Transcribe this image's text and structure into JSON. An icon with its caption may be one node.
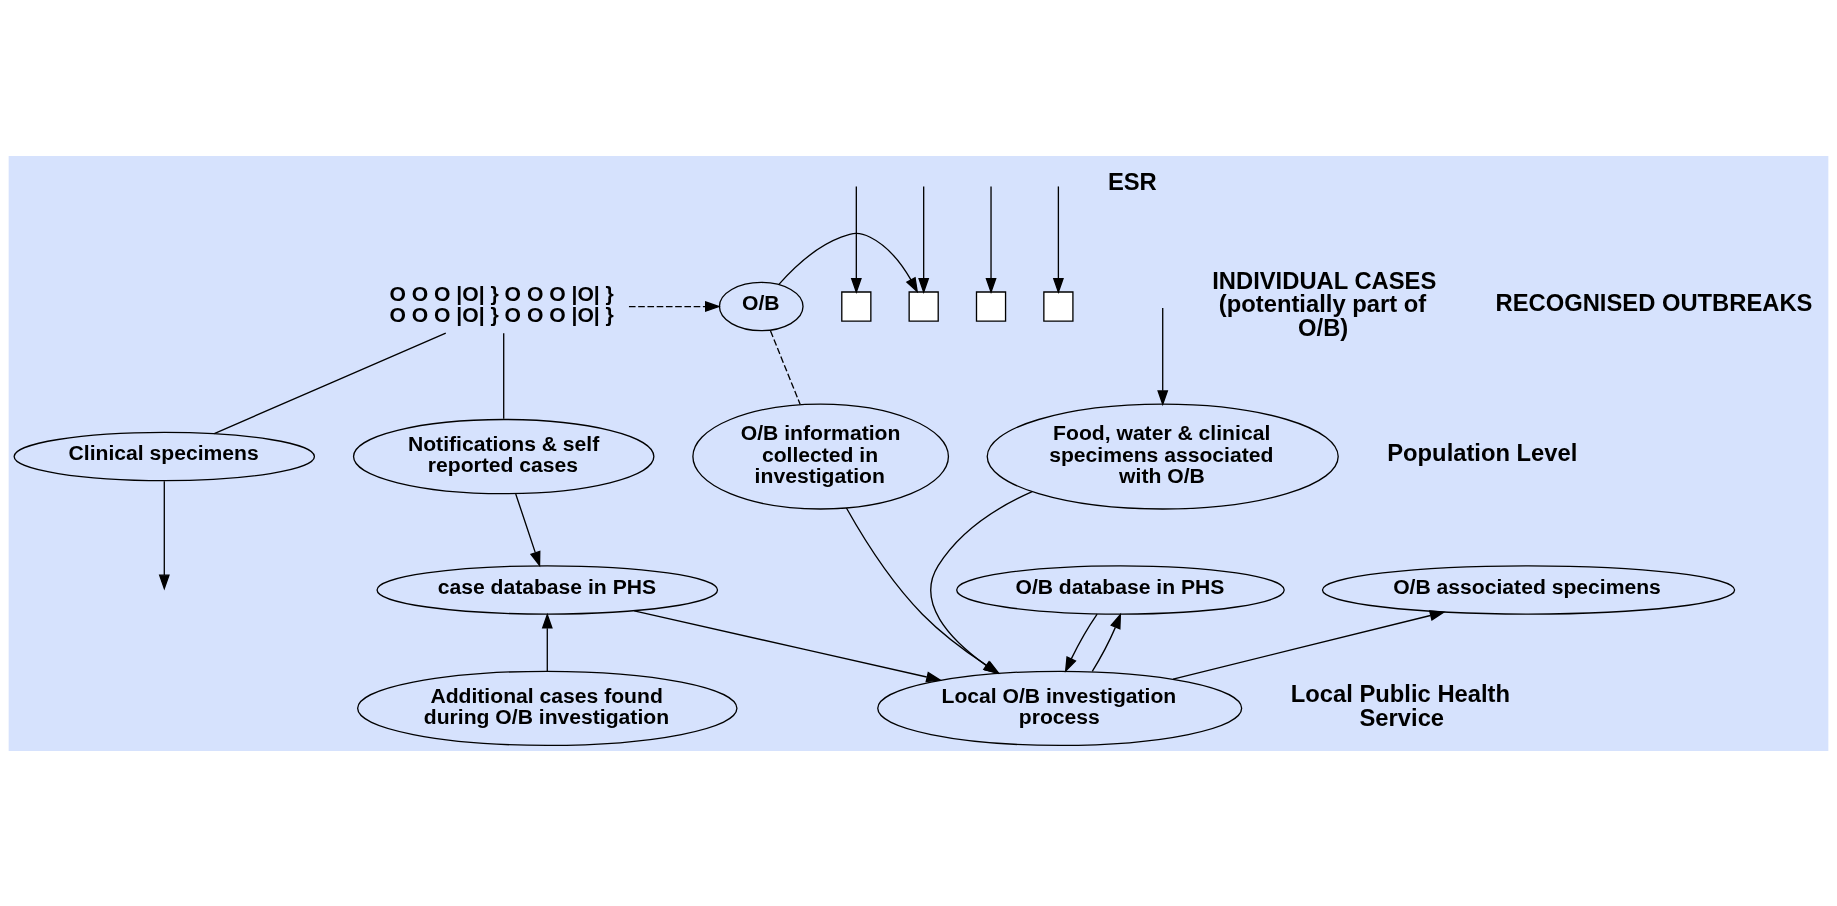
{
  "diagram": {
    "nodes": [
      {
        "text": [
          "O O O |O| } O O O |O| } O O O |O| } O O O |O| }"
        ]
      },
      {
        "text": [
          "O/B"
        ]
      },
      {
        "text": [],
        "shape": "box"
      },
      {
        "text": [],
        "shape": "box"
      },
      {
        "text": [],
        "shape": "box"
      },
      {
        "text": [],
        "shape": "box"
      },
      {
        "text": [
          "Clinical specimens"
        ]
      },
      {
        "text": [
          "Notifications & self reported cases"
        ]
      },
      {
        "text": [
          "O/B information collected in investigation"
        ]
      },
      {
        "text": [
          "Food, water & clinical specimens associated with O/B"
        ]
      },
      {
        "text": [
          "Additional cases found during O/B investigation"
        ]
      },
      {
        "text": [
          "Local O/B investigation process"
        ]
      },
      {
        "text": [
          "case database in PHS"
        ]
      },
      {
        "text": [
          "O/B database in PHS"
        ]
      },
      {
        "text": [
          "O/B associated specimens"
        ]
      }
    ],
    "edges": [
      {
        "from": 0,
        "to": 1,
        "arrow": "to",
        "style": "dashed"
      },
      {
        "from": 0,
        "to": 6,
        "arrow": "none"
      },
      {
        "from": 0,
        "to": 7,
        "arrow": "none"
      },
      {
        "from": 1,
        "to": 8,
        "arrow": "none",
        "style": "dashed"
      },
      {
        "from": 1,
        "to": 3,
        "arrow": "to"
      },
      {
        "from": null,
        "to": 2,
        "arrow": "to"
      },
      {
        "from": null,
        "to": 3,
        "arrow": "to"
      },
      {
        "from": null,
        "to": 4,
        "arrow": "to"
      },
      {
        "from": null,
        "to": 5,
        "arrow": "to"
      },
      {
        "from": null,
        "to": 9,
        "arrow": "to"
      },
      {
        "from": 6,
        "to": null,
        "arrow": "to"
      },
      {
        "from": 7,
        "to": 12,
        "arrow": "to"
      },
      {
        "from": 10,
        "to": 12,
        "arrow": "to"
      },
      {
        "from": 12,
        "to": 11,
        "arrow": "to"
      },
      {
        "from": 8,
        "to": 11,
        "arrow": "to"
      },
      {
        "from": 9,
        "to": 11,
        "arrow": "to"
      },
      {
        "from": 11,
        "to": 14,
        "arrow": "to"
      },
      {
        "from": 11,
        "to": 13,
        "arrow": "to"
      },
      {
        "from": 13,
        "to": 11,
        "arrow": "to"
      }
    ],
    "labels": [
      "INDIVIDUAL CASES (potentially part of O/B)",
      "RECOGNISED OUTBREAKS",
      "Population Level",
      "Local Public Health Service",
      "ESR"
    ]
  }
}
